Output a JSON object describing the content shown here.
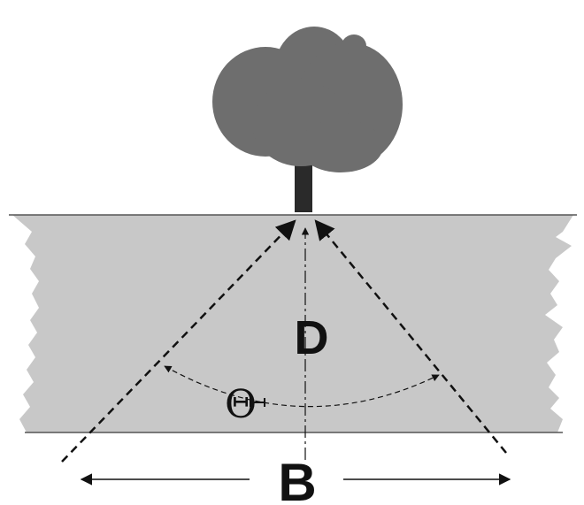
{
  "labels": {
    "distance": "D",
    "baseline": "B",
    "angle": "Θ"
  },
  "icons": {
    "tree": "tree-icon"
  },
  "colors": {
    "river": "#c8c8c8",
    "bank_line": "#555555",
    "tree_canopy": "#6e6e6e",
    "tree_trunk": "#2a2a2a",
    "lines": "#111111",
    "background": "#ffffff"
  }
}
